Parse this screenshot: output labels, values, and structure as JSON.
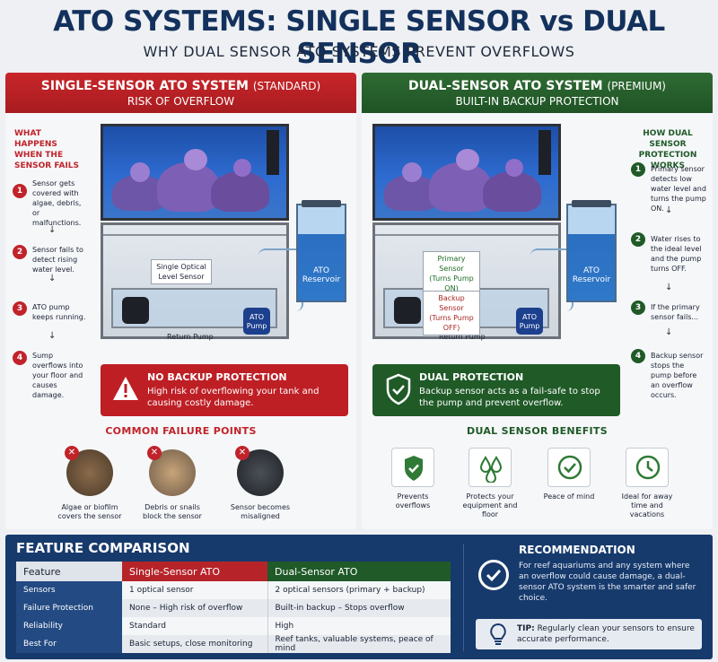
{
  "header": {
    "title": "ATO SYSTEMS: SINGLE SENSOR vs DUAL SENSOR",
    "subtitle": "WHY DUAL SENSOR ATO SYSTEMS PREVENT OVERFLOWS"
  },
  "single": {
    "title": "SINGLE-SENSOR ATO SYSTEM",
    "title_suffix": "(STANDARD)",
    "subtitle": "RISK OF OVERFLOW",
    "side_heading": "WHAT HAPPENS WHEN THE SENSOR FAILS",
    "steps": [
      {
        "num": "1",
        "text": "Sensor gets covered with algae, debris, or malfunctions."
      },
      {
        "num": "2",
        "text": "Sensor fails to detect rising water level."
      },
      {
        "num": "3",
        "text": "ATO pump keeps running."
      },
      {
        "num": "4",
        "text": "Sump overflows into your floor and causes damage."
      }
    ],
    "sensor_label": "Single Optical Level Sensor",
    "reservoir_label": "ATO Reservoir",
    "ato_pump_label": "ATO Pump",
    "return_pump_label": "Return Pump",
    "alert_title": "NO BACKUP PROTECTION",
    "alert_text": "High risk of overflowing your tank and causing costly damage.",
    "failure_heading": "COMMON FAILURE POINTS",
    "failures": [
      {
        "label": "Algae or biofilm covers the sensor"
      },
      {
        "label": "Debris or snails block the sensor"
      },
      {
        "label": "Sensor becomes misaligned"
      }
    ]
  },
  "dual": {
    "title": "DUAL-SENSOR ATO SYSTEM",
    "title_suffix": "(PREMIUM)",
    "subtitle": "BUILT-IN BACKUP PROTECTION",
    "side_heading": "HOW DUAL SENSOR PROTECTION WORKS",
    "steps": [
      {
        "num": "1",
        "text": "Primary sensor detects low water level and turns the pump ON."
      },
      {
        "num": "2",
        "text": "Water rises to the ideal level and the pump turns OFF."
      },
      {
        "num": "3",
        "text": "If the primary sensor fails..."
      },
      {
        "num": "4",
        "text": "Backup sensor stops the pump before an overflow occurs."
      }
    ],
    "primary_label": "Primary Sensor",
    "primary_sub": "(Turns Pump ON)",
    "backup_label": "Backup Sensor",
    "backup_sub": "(Turns Pump OFF)",
    "reservoir_label": "ATO Reservoir",
    "ato_pump_label": "ATO Pump",
    "return_pump_label": "Return Pump",
    "alert_title": "DUAL PROTECTION",
    "alert_text": "Backup sensor acts as a fail-safe to stop the pump and prevent overflow.",
    "benefits_heading": "DUAL SENSOR BENEFITS",
    "benefits": [
      {
        "icon": "shield-check-icon",
        "label": "Prevents overflows"
      },
      {
        "icon": "water-drops-icon",
        "label": "Protects your equipment and floor"
      },
      {
        "icon": "check-circle-icon",
        "label": "Peace of mind"
      },
      {
        "icon": "clock-icon",
        "label": "Ideal for away time and vacations"
      }
    ]
  },
  "comparison": {
    "title": "FEATURE COMPARISON",
    "headers": [
      "Feature",
      "Single-Sensor ATO",
      "Dual-Sensor ATO"
    ],
    "rows": [
      [
        "Sensors",
        "1 optical sensor",
        "2 optical sensors (primary + backup)"
      ],
      [
        "Failure Protection",
        "None – High risk of overflow",
        "Built-in backup – Stops overflow"
      ],
      [
        "Reliability",
        "Standard",
        "High"
      ],
      [
        "Best For",
        "Basic setups, close monitoring",
        "Reef tanks, valuable systems, peace of mind"
      ]
    ]
  },
  "recommendation": {
    "title": "RECOMMENDATION",
    "text": "For reef aquariums and any system where an overflow could cause damage, a dual-sensor ATO system is the smarter and safer choice.",
    "tip_label": "TIP:",
    "tip_text": "Regularly clean your sensors to ensure accurate performance."
  },
  "colors": {
    "red": "#c1232a",
    "green": "#1f5a27",
    "navy": "#173a6c",
    "title_blue": "#13315c"
  }
}
